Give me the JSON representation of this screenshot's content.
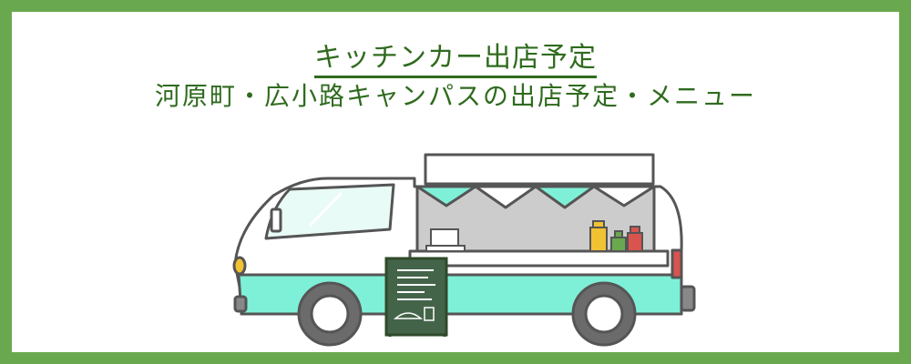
{
  "banner": {
    "title": "キッチンカー出店予定",
    "subtitle": "河原町・広小路キャンパスの出店予定・メニュー"
  },
  "colors": {
    "frame": "#6aa84f",
    "title_text": "#2f6b1e",
    "van_accent": "#7ff0d8",
    "outline": "#555555"
  },
  "illustration": {
    "subject": "kitchen-car-van",
    "icons": [
      "register-icon",
      "mustard-bottle-icon",
      "green-bottle-icon",
      "ketchup-bottle-icon",
      "menu-board-icon"
    ]
  }
}
